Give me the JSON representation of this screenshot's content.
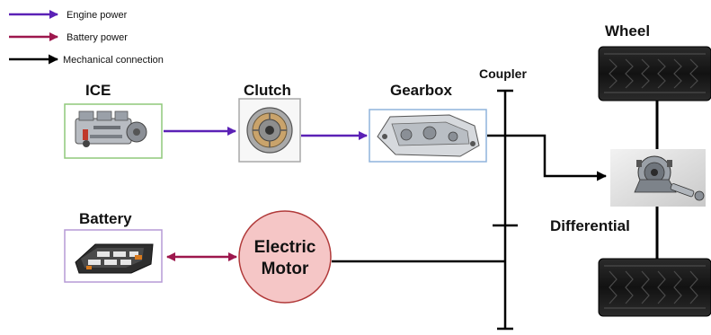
{
  "legend": {
    "engine_power": "Engine power",
    "battery_power": "Battery power",
    "mechanical_connection": "Mechanical connection"
  },
  "components": {
    "ice": "ICE",
    "clutch": "Clutch",
    "gearbox": "Gearbox",
    "coupler": "Coupler",
    "wheel": "Wheel",
    "differential": "Differential",
    "battery": "Battery",
    "electric_motor_line1": "Electric",
    "electric_motor_line2": "Motor"
  },
  "colors": {
    "engine_power": "#5b21b6",
    "battery_power": "#9d174d",
    "mechanical": "#000000",
    "ice_box_border": "#8fc97a",
    "clutch_box_border": "#a8a8a8",
    "gearbox_box_border": "#8fb3dc",
    "battery_box_border": "#b59ad6",
    "motor_fill": "#f5c6c6",
    "motor_border": "#b13a3a"
  },
  "icons": {
    "ice": "engine-block-icon",
    "clutch": "clutch-disc-icon",
    "gearbox": "gearbox-housing-icon",
    "battery": "battery-pack-icon",
    "differential": "differential-gear-icon",
    "wheel": "tire-icon"
  }
}
